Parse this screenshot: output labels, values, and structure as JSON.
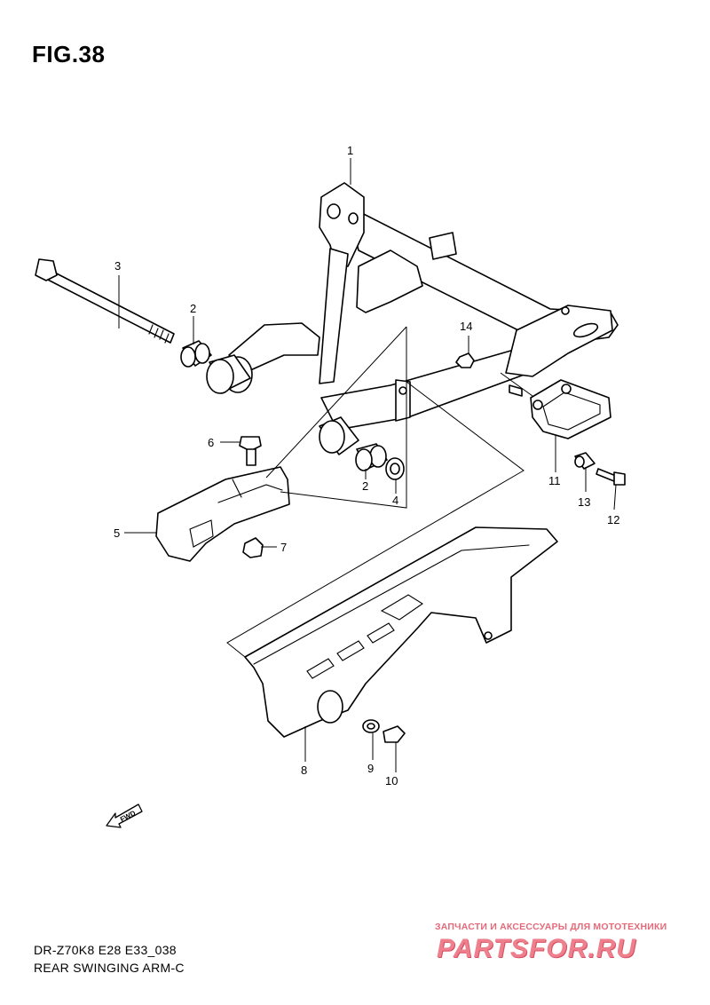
{
  "figure": {
    "title": "FIG.38"
  },
  "callouts": [
    {
      "id": "1",
      "label": "1"
    },
    {
      "id": "2a",
      "label": "2"
    },
    {
      "id": "2b",
      "label": "2"
    },
    {
      "id": "3",
      "label": "3"
    },
    {
      "id": "4",
      "label": "4"
    },
    {
      "id": "5",
      "label": "5"
    },
    {
      "id": "6",
      "label": "6"
    },
    {
      "id": "7",
      "label": "7"
    },
    {
      "id": "8",
      "label": "8"
    },
    {
      "id": "9",
      "label": "9"
    },
    {
      "id": "10",
      "label": "10"
    },
    {
      "id": "11",
      "label": "11"
    },
    {
      "id": "12",
      "label": "12"
    },
    {
      "id": "13",
      "label": "13"
    },
    {
      "id": "14",
      "label": "14"
    }
  ],
  "direction_badge": {
    "label": "FWD",
    "icon": "fwd-arrow-icon"
  },
  "footer": {
    "model_code": "DR-Z70K8 E28 E33_038",
    "section_name": "REAR SWINGING ARM-C"
  },
  "watermark": {
    "tagline": "ЗАПЧАСТИ И АКСЕССУАРЫ ДЛЯ МОТОТЕХНИКИ",
    "brand": "PARTSFOR.RU",
    "colors": {
      "primary": "#ee7f8c",
      "shadow": "#d84f63"
    }
  }
}
